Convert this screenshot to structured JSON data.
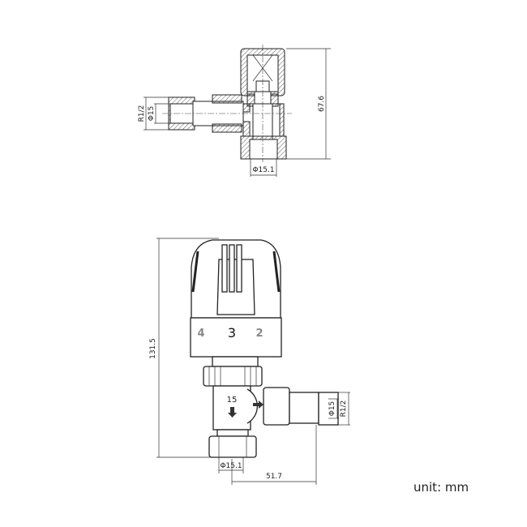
{
  "top_view": {
    "height_label": "67.6",
    "thread_label": "R1/2",
    "pipe_diameter_label": "Φ15",
    "outlet_diameter_label": "Φ15.1"
  },
  "front_view": {
    "height_label": "131.5",
    "dial_numbers": [
      "4",
      "3",
      "2"
    ],
    "flow_label": "15",
    "thread_label": "R1/2",
    "pipe_diameter_label": "Φ15",
    "outlet_diameter_label": "Φ15.1",
    "offset_label": "51.7"
  },
  "unit_label": "unit: mm"
}
